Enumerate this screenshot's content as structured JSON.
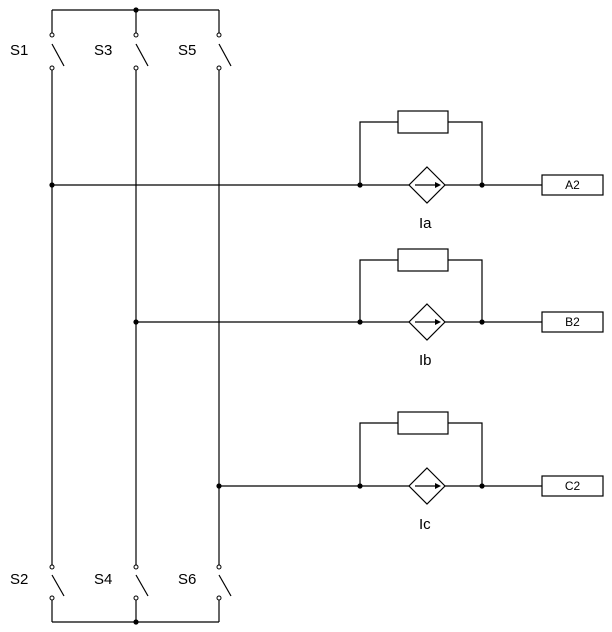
{
  "switches": {
    "s1": "S1",
    "s3": "S3",
    "s5": "S5",
    "s2": "S2",
    "s4": "S4",
    "s6": "S6"
  },
  "sources": {
    "ia": "Ia",
    "ib": "Ib",
    "ic": "Ic"
  },
  "ports": {
    "a": "A2",
    "b": "B2",
    "c": "C2"
  }
}
